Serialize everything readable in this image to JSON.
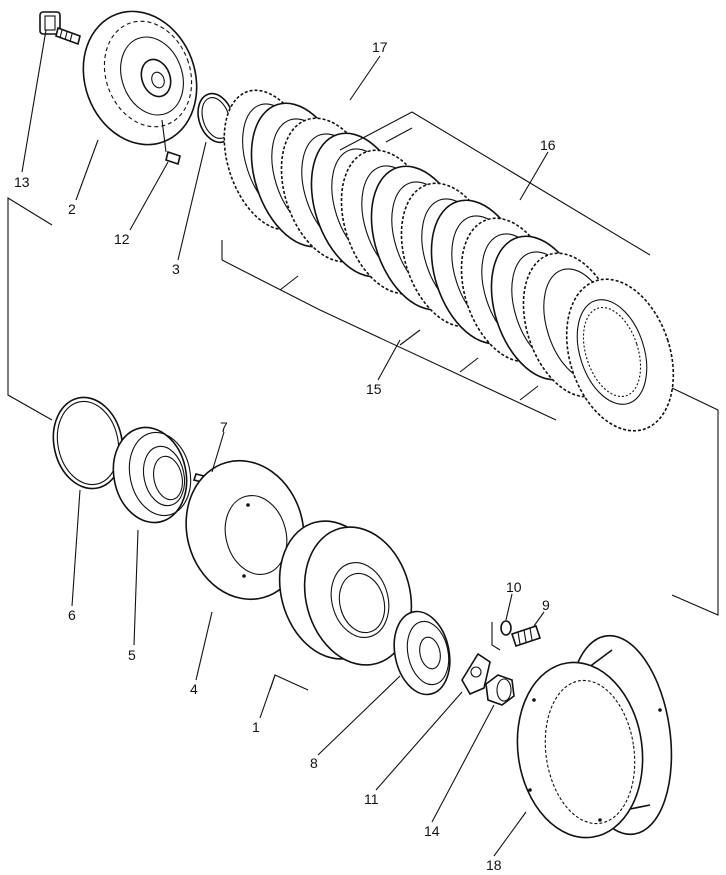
{
  "callouts": [
    {
      "id": "n13",
      "text": "13"
    },
    {
      "id": "n2",
      "text": "2"
    },
    {
      "id": "n12",
      "text": "12"
    },
    {
      "id": "n3",
      "text": "3"
    },
    {
      "id": "n17",
      "text": "17"
    },
    {
      "id": "n16",
      "text": "16"
    },
    {
      "id": "n15",
      "text": "15"
    },
    {
      "id": "n7",
      "text": "7"
    },
    {
      "id": "n6",
      "text": "6"
    },
    {
      "id": "n5",
      "text": "5"
    },
    {
      "id": "n4",
      "text": "4"
    },
    {
      "id": "n1",
      "text": "1"
    },
    {
      "id": "n8",
      "text": "8"
    },
    {
      "id": "n10",
      "text": "10"
    },
    {
      "id": "n9",
      "text": "9"
    },
    {
      "id": "n11",
      "text": "11"
    },
    {
      "id": "n14",
      "text": "14"
    },
    {
      "id": "n18",
      "text": "18"
    }
  ]
}
